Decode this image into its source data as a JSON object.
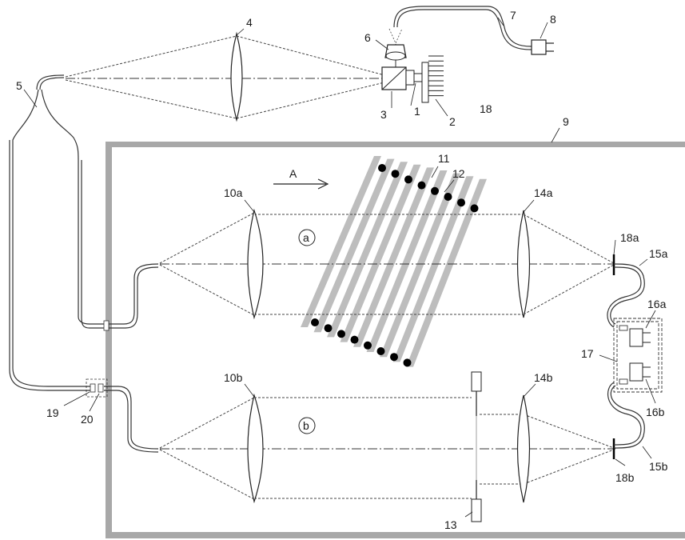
{
  "labels": {
    "l1": "1",
    "l2": "2",
    "l3": "3",
    "l4": "4",
    "l5": "5",
    "l6": "6",
    "l7": "7",
    "l8": "8",
    "l9": "9",
    "l10a": "10a",
    "l10b": "10b",
    "l11": "11",
    "l12": "12",
    "l13": "13",
    "l14a": "14a",
    "l14b": "14b",
    "l15a": "15a",
    "l15b": "15b",
    "l16a": "16a",
    "l16b": "16b",
    "l17": "17",
    "l18": "18",
    "l18a": "18a",
    "l18b": "18b",
    "l19": "19",
    "l20": "20",
    "arrowA": "A",
    "circleA": "a",
    "circleB": "b"
  },
  "colors": {
    "line": "#222222",
    "grating": "#bdbdbd",
    "frame": "#9e9e9e",
    "dot": "#000000"
  }
}
